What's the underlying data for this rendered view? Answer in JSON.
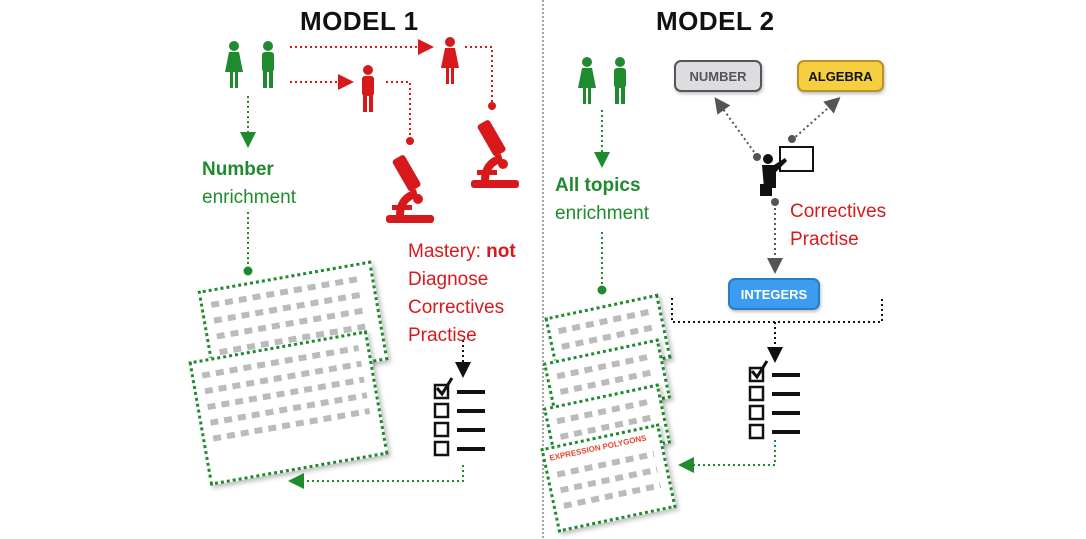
{
  "model1": {
    "title": "MODEL 1",
    "enrichment_bold": "Number",
    "enrichment": "enrichment",
    "mastery_prefix": "Mastery: ",
    "mastery_bold": "not",
    "steps": [
      "Diagnose",
      "Correctives",
      "Practise"
    ]
  },
  "model2": {
    "title": "MODEL 2",
    "enrichment_bold": "All topics",
    "enrichment": "enrichment",
    "topics": {
      "number": "NUMBER",
      "algebra": "ALGEBRA",
      "integers": "INTEGERS"
    },
    "steps": [
      "Correctives",
      "Practise"
    ],
    "worksheet_title": "EXPRESSION POLYGONS"
  },
  "colors": {
    "green": "#1f8a2e",
    "red": "#d7191c",
    "number_box": "#dcdde0",
    "algebra_box": "#f5cf3f",
    "integers_box": "#3b9cf0"
  },
  "icons": [
    "person-icon",
    "microscope-icon",
    "checklist-icon",
    "teacher-icon",
    "worksheet-icon"
  ]
}
